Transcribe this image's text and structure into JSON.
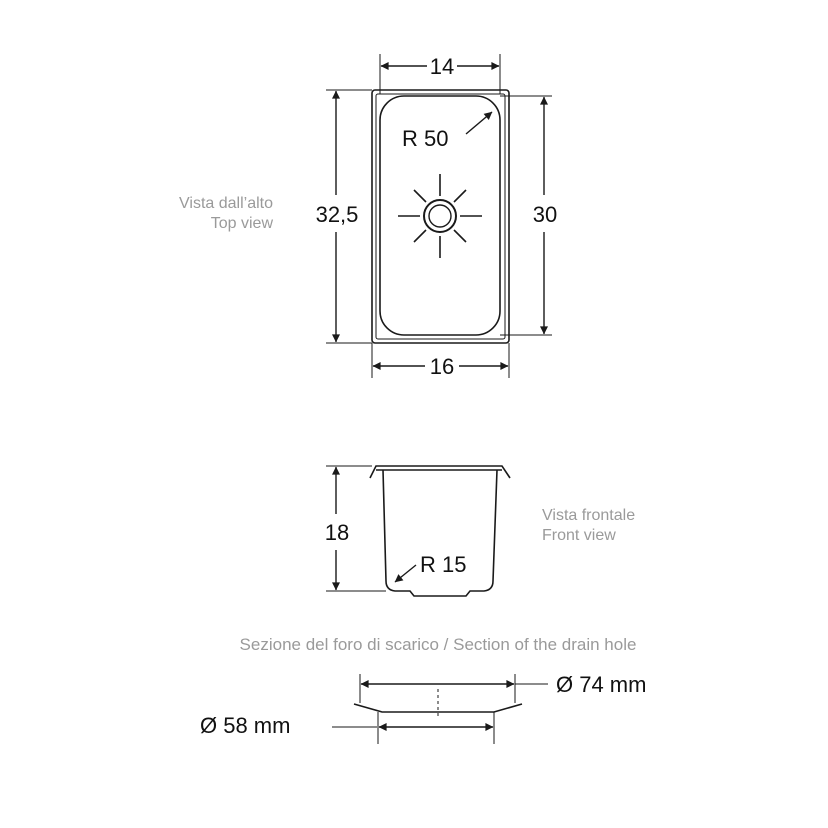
{
  "top_view": {
    "caption_it": "Vista dall’alto",
    "caption_en": "Top view",
    "dim_inner_width": "14",
    "dim_outer_width": "16",
    "dim_outer_length": "32,5",
    "dim_inner_length": "30",
    "radius": "R 50"
  },
  "front_view": {
    "caption_it": "Vista frontale",
    "caption_en": "Front view",
    "dim_depth": "18",
    "radius": "R 15"
  },
  "drain_section": {
    "title": "Sezione del foro di scarico / Section of the drain hole",
    "dim_outer": "Ø 74 mm",
    "dim_inner": "Ø 58 mm"
  },
  "colors": {
    "line": "#1a1a1a",
    "caption": "#9a9a9a"
  }
}
